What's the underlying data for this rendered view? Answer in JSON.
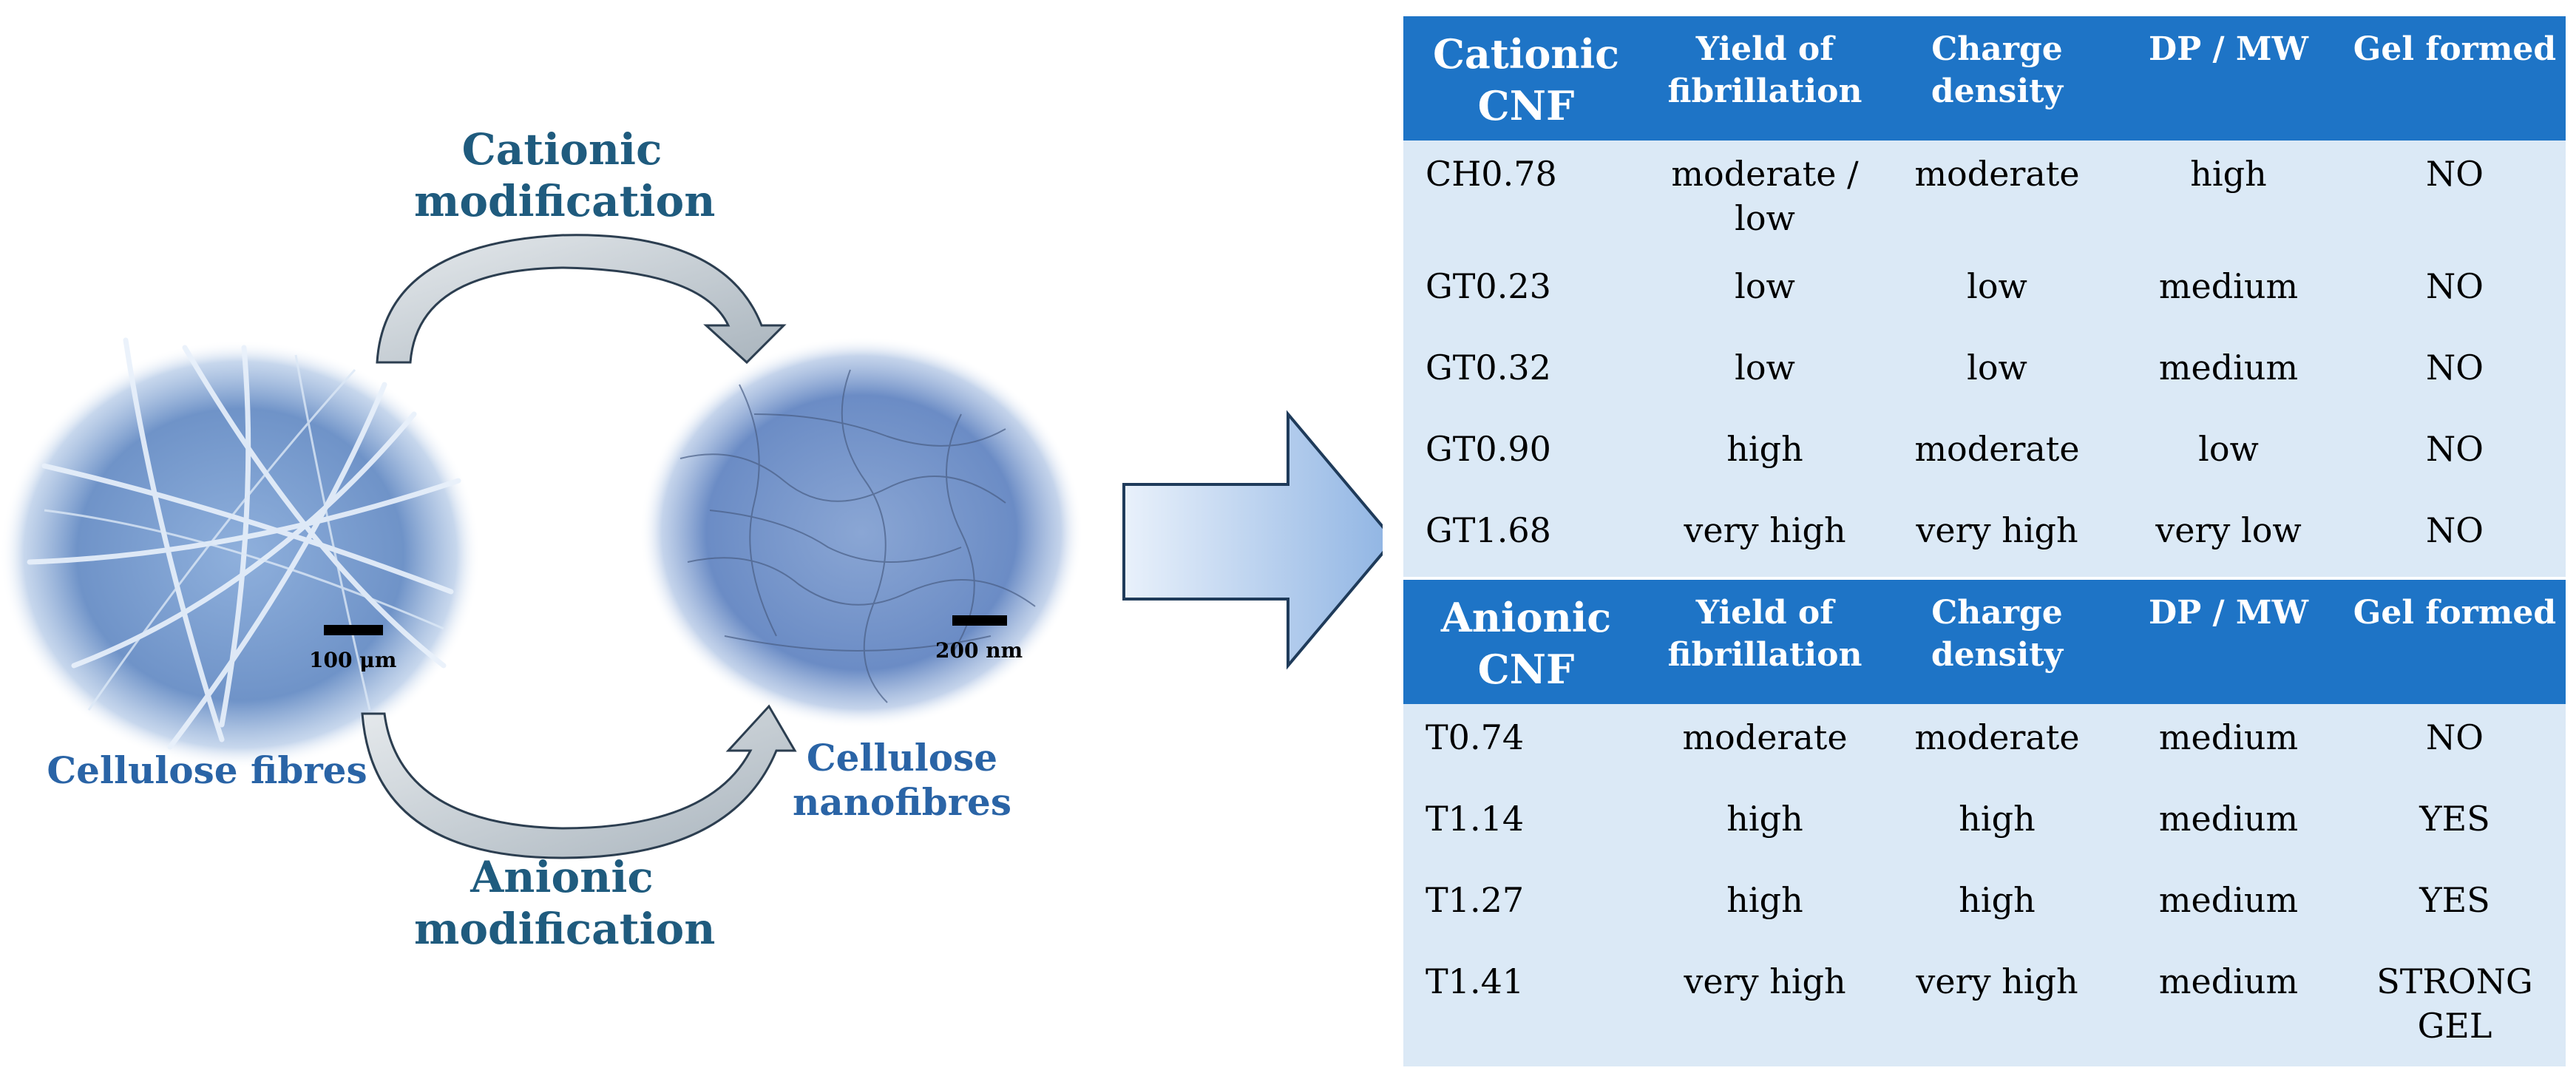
{
  "diagram": {
    "top_label": "Cationic\nmodification",
    "bottom_label": "Anionic\nmodification",
    "left_caption": "Cellulose fibres",
    "right_caption": "Cellulose\nnanofibres",
    "left_scale": "100 μm",
    "right_scale": "200 nm",
    "colors": {
      "label_dark": "#1f5b7e",
      "label_blue": "#2a64a6",
      "arrow_grey": "#b7c1c9",
      "big_arrow_fill": "#a8c6ea",
      "image_blue": "#6f93c8"
    }
  },
  "cationic_table": {
    "headers": [
      "Cationic\nCNF",
      "Yield of\nfibrillation",
      "Charge\ndensity",
      "DP / MW",
      "Gel formed"
    ],
    "rows": [
      [
        "CH0.78",
        "moderate /\nlow",
        "moderate",
        "high",
        "NO"
      ],
      [
        "GT0.23",
        "low",
        "low",
        "medium",
        "NO"
      ],
      [
        "GT0.32",
        "low",
        "low",
        "medium",
        "NO"
      ],
      [
        "GT0.90",
        "high",
        "moderate",
        "low",
        "NO"
      ],
      [
        "GT1.68",
        "very high",
        "very high",
        "very low",
        "NO"
      ]
    ]
  },
  "anionic_table": {
    "headers": [
      "Anionic\nCNF",
      "Yield of\nfibrillation",
      "Charge\ndensity",
      "DP / MW",
      "Gel formed"
    ],
    "rows": [
      [
        "T0.74",
        "moderate",
        "moderate",
        "medium",
        "NO"
      ],
      [
        "T1.14",
        "high",
        "high",
        "medium",
        "YES"
      ],
      [
        "T1.27",
        "high",
        "high",
        "medium",
        "YES"
      ],
      [
        "T1.41",
        "very high",
        "very high",
        "medium",
        "STRONG\nGEL"
      ]
    ]
  },
  "table_colors": {
    "header_bg": "#1e74c6",
    "body_bg": "#dbe9f6",
    "header_text": "#ffffff"
  }
}
